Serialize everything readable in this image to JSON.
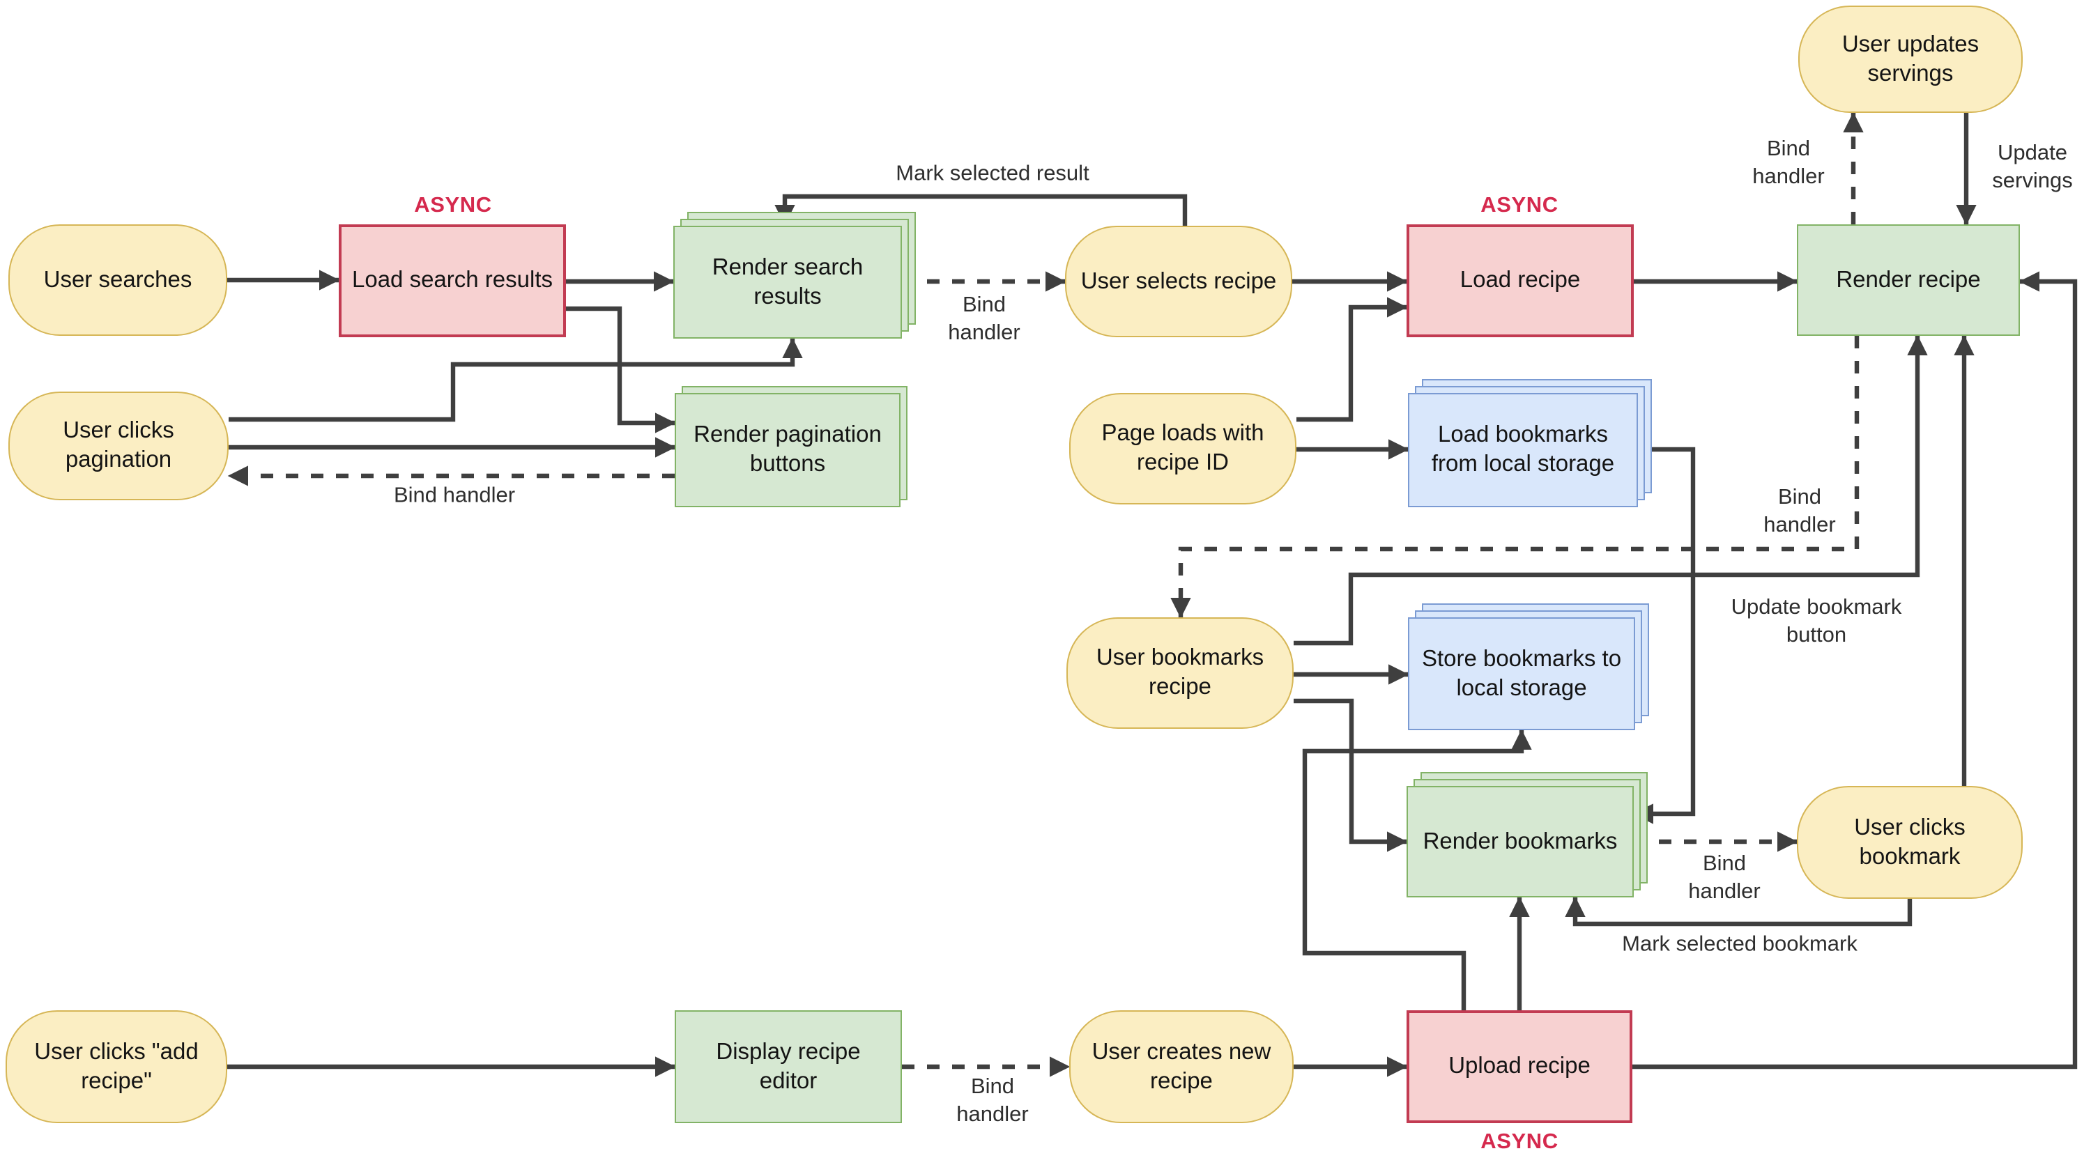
{
  "diagram": {
    "nodes": {
      "user_searches": {
        "label": "User searches",
        "type": "user-event"
      },
      "load_search_results": {
        "label": "Load search results",
        "type": "async-process"
      },
      "render_search_results": {
        "label": "Render search results",
        "type": "render-collection"
      },
      "user_clicks_pagination": {
        "label": "User clicks pagination",
        "type": "user-event"
      },
      "render_pagination_buttons": {
        "label": "Render pagination buttons",
        "type": "render-collection"
      },
      "user_selects_recipe": {
        "label": "User selects recipe",
        "type": "user-event"
      },
      "load_recipe": {
        "label": "Load recipe",
        "type": "async-process"
      },
      "render_recipe": {
        "label": "Render recipe",
        "type": "render"
      },
      "user_updates_servings": {
        "label": "User updates servings",
        "type": "user-event"
      },
      "page_loads_recipe_id": {
        "label": "Page loads with recipe ID",
        "type": "user-event"
      },
      "load_bookmarks": {
        "label": "Load bookmarks from local storage",
        "type": "storage-collection"
      },
      "user_bookmarks_recipe": {
        "label": "User bookmarks recipe",
        "type": "user-event"
      },
      "store_bookmarks": {
        "label": "Store bookmarks to local storage",
        "type": "storage-collection"
      },
      "render_bookmarks": {
        "label": "Render bookmarks",
        "type": "render-collection"
      },
      "user_clicks_bookmark": {
        "label": "User clicks bookmark",
        "type": "user-event"
      },
      "user_clicks_add_recipe": {
        "label": "User clicks \"add recipe\"",
        "type": "user-event"
      },
      "display_recipe_editor": {
        "label": "Display recipe editor",
        "type": "render"
      },
      "user_creates_new_recipe": {
        "label": "User creates new recipe",
        "type": "user-event"
      },
      "upload_recipe": {
        "label": "Upload recipe",
        "type": "async-process"
      }
    },
    "async_badges": {
      "search": "ASYNC",
      "recipe": "ASYNC",
      "upload": "ASYNC"
    },
    "edge_labels": {
      "mark_selected_result": "Mark selected result",
      "bind_handler_search": "Bind\nhandler",
      "bind_handler_pagination": "Bind handler",
      "bind_handler_servings": "Bind\nhandler",
      "update_servings": "Update\nservings",
      "bind_handler_bookmark_btn": "Bind\nhandler",
      "update_bookmark_button": "Update bookmark\nbutton",
      "bind_handler_bookmarks": "Bind\nhandler",
      "mark_selected_bookmark": "Mark selected bookmark",
      "bind_handler_editor": "Bind\nhandler"
    },
    "colors": {
      "user_event_fill": "#fbeec3",
      "user_event_border": "#d6b656",
      "async_fill": "#f7d1d1",
      "async_border": "#c23b52",
      "render_fill": "#d6e8d2",
      "render_border": "#82b366",
      "storage_fill": "#d9e7fb",
      "storage_border": "#7b9bd3",
      "connector": "#3f3f3f",
      "async_text": "#d5294d",
      "node_text": "#141414",
      "label_text": "#2e2e2e"
    }
  }
}
